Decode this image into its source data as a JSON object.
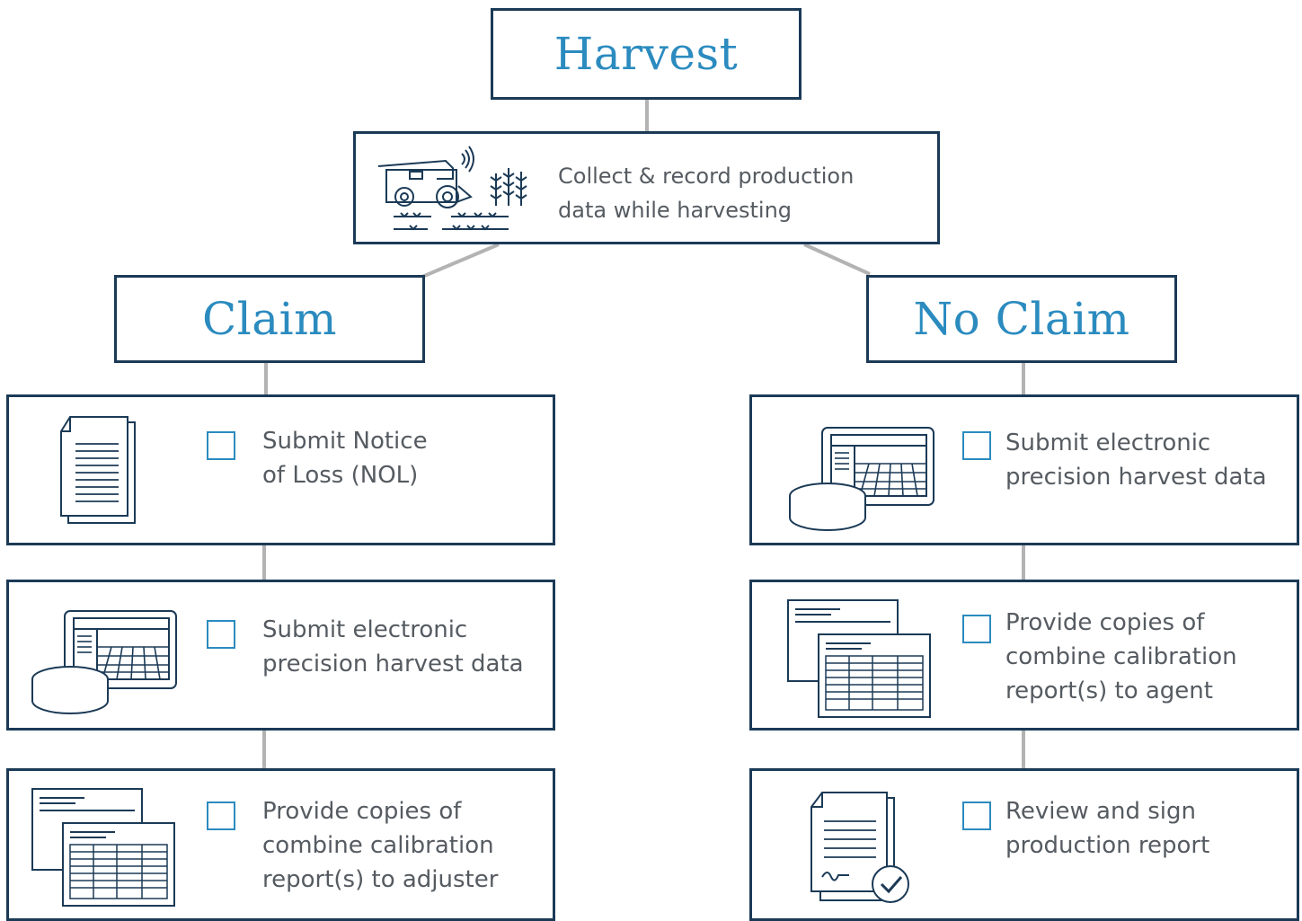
{
  "root": {
    "title": "Harvest"
  },
  "collect": {
    "lines": [
      "Collect & record production",
      "data while harvesting"
    ],
    "icon": "combine-harvester-icon"
  },
  "branches": {
    "claim": {
      "title": "Claim",
      "steps": [
        {
          "lines": [
            "Submit Notice",
            "of Loss (NOL)"
          ],
          "icon": "document-icon"
        },
        {
          "lines": [
            "Submit electronic",
            "precision harvest data"
          ],
          "icon": "monitor-database-icon"
        },
        {
          "lines": [
            "Provide copies of",
            "combine calibration",
            "report(s) to adjuster"
          ],
          "icon": "spreadsheets-icon"
        }
      ]
    },
    "no_claim": {
      "title": "No Claim",
      "steps": [
        {
          "lines": [
            "Submit electronic",
            "precision harvest data"
          ],
          "icon": "monitor-database-icon"
        },
        {
          "lines": [
            "Provide copies of",
            "combine calibration",
            "report(s) to agent"
          ],
          "icon": "spreadsheets-icon"
        },
        {
          "lines": [
            "Review and sign",
            "production report"
          ],
          "icon": "signed-report-icon"
        }
      ]
    }
  },
  "colors": {
    "border": "#1b3a56",
    "accent": "#2b8bbf",
    "text": "#555b61",
    "connector": "#b3b3b3"
  }
}
